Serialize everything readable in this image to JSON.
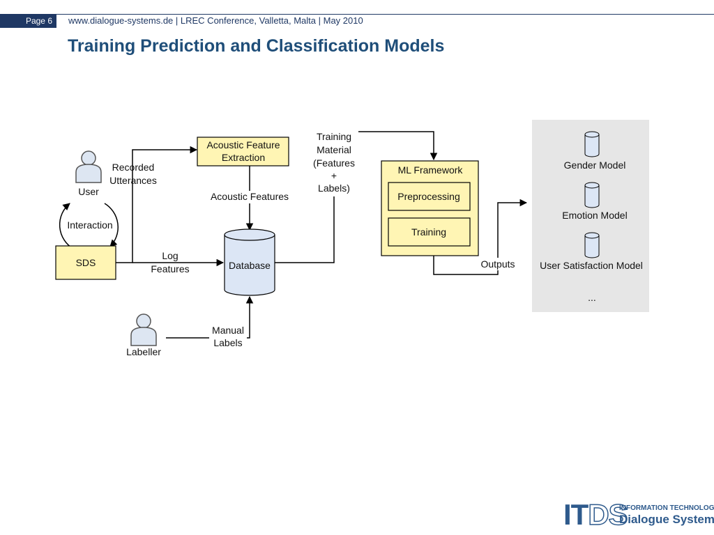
{
  "header": {
    "page_label": "Page 6",
    "info": "www.dialogue-systems.de | LREC Conference, Valletta, Malta | May 2010"
  },
  "title": "Training Prediction and Classification Models",
  "diagram": {
    "user_label": "User",
    "recorded_line1": "Recorded",
    "recorded_line2": "Utterances",
    "interaction_label": "Interaction",
    "sds_label": "SDS",
    "log_line1": "Log",
    "log_line2": "Features",
    "acoustic_box_line1": "Acoustic Feature",
    "acoustic_box_line2": "Extraction",
    "acoustic_features_label": "Acoustic Features",
    "database_label": "Database",
    "labeller_label": "Labeller",
    "manual_line1": "Manual",
    "manual_line2": "Labels",
    "training_material": [
      "Training",
      "Material",
      "(Features",
      "+",
      "Labels)"
    ],
    "ml_framework_label": "ML Framework",
    "preprocessing_label": "Preprocessing",
    "training_label": "Training",
    "outputs_label": "Outputs",
    "models": [
      "Gender Model",
      "Emotion Model",
      "User Satisfaction Model"
    ],
    "ellipsis": "..."
  },
  "logo": {
    "letters_it": "IT",
    "letters_ds": "DS",
    "line1": "INFORMATION TECHNOLOGY",
    "line2": "Dialogue Systems"
  },
  "colors": {
    "header_navy": "#1f3864",
    "title_blue": "#1f4e79",
    "box_fill": "#fff5b4",
    "db_fill": "#dce6f5",
    "panel_gray": "#e6e6e6"
  }
}
